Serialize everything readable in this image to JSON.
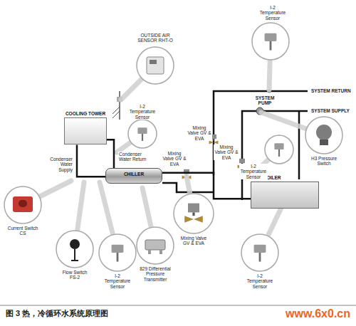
{
  "diagram": {
    "caption": "图 3 热，冷循环水系统原理图",
    "nodes": [
      {
        "text": [
          "COOLING TOWER"
        ]
      },
      {
        "text": [
          "CHILLER"
        ]
      },
      {
        "text": [
          "BOILER"
        ]
      }
    ],
    "edges": [
      {
        "from": 1,
        "to": 0,
        "label": "Condenser Water Return",
        "arrow": "none"
      },
      {
        "from": 0,
        "to": 1,
        "label": "Condenser Water Supply",
        "arrow": "none"
      },
      {
        "from": 1,
        "to": 2,
        "arrow": "none"
      }
    ],
    "labels": [
      "OUTSIDE AIR SENSOR RHT-O",
      "I-2 Temperature Sensor",
      "SYSTEM RETURN",
      "SYSTEM PUMP",
      "SYSTEM SUPPLY",
      "H3 Pressure Switch",
      "I-2 Temperature Sensor",
      "Mixing Valve GV & EVA",
      "Mixing Valve GV & EVA",
      "Mixing Valve GV & EVA",
      "I-2 Temperature Sensor",
      "Current Switch CS",
      "Flow Switch FS-2",
      "I-2 Temperature Sensor",
      "829 Differential Pressure Transmitter",
      "Mixing Valve GV & EVA",
      "I-2 Temperature Sensor",
      "www.6x0.cn"
    ]
  }
}
